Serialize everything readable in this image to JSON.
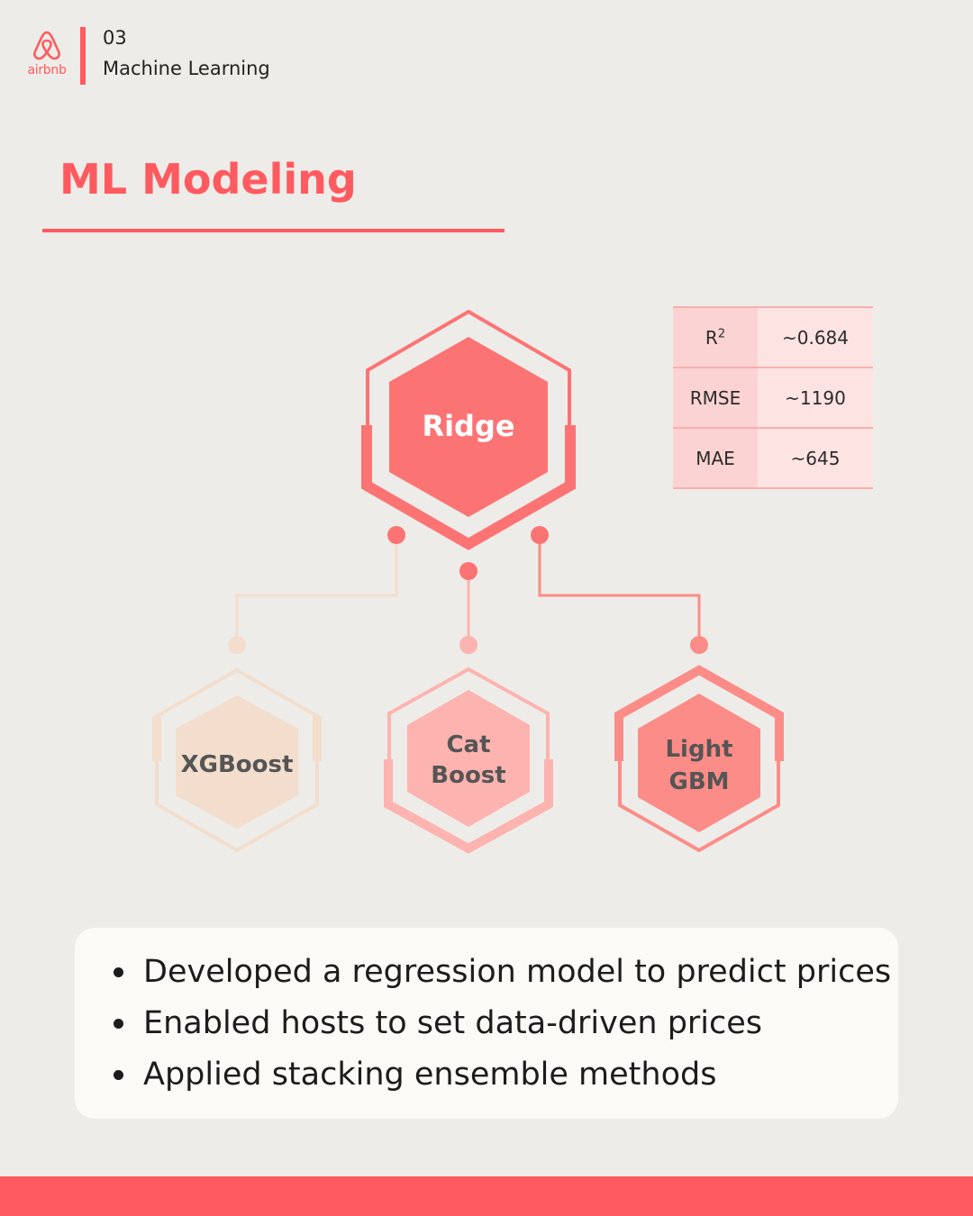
{
  "brand": {
    "logo_text": "airbnb",
    "accent": "#FF5A5F"
  },
  "header": {
    "section_number": "03",
    "section_name": "Machine Learning"
  },
  "title": "ML Modeling",
  "diagram": {
    "meta_model": "Ridge",
    "base_models": [
      {
        "line1": "XGBoost",
        "line2": ""
      },
      {
        "line1": "Cat",
        "line2": "Boost"
      },
      {
        "line1": "Light",
        "line2": "GBM"
      }
    ]
  },
  "metrics": [
    {
      "name": "R",
      "sup": "2",
      "value": "~0.684"
    },
    {
      "name": "RMSE",
      "sup": "",
      "value": "~1190"
    },
    {
      "name": "MAE",
      "sup": "",
      "value": "~645"
    }
  ],
  "summary": [
    "Developed a regression model to predict prices",
    "Enabled hosts to set data-driven prices",
    "Applied stacking ensemble methods"
  ]
}
